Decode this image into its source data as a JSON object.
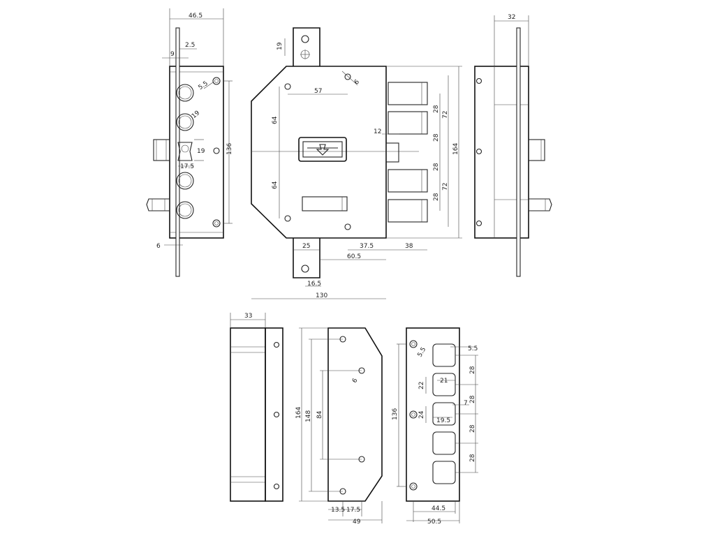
{
  "drawing": {
    "top_left_view": {
      "dims": {
        "width_top": "46.5",
        "pin_offset": "2.5",
        "pin_width": "9",
        "screw": "5.5",
        "cylinder_dia": "19",
        "cyl_hole_height": "19",
        "cyl_hole_width": "17.5",
        "pin_spacing": "136",
        "bottom_offset": "6"
      }
    },
    "front_view": {
      "dims": {
        "top_ear": "19",
        "hole_dist": "57",
        "hole_dia": "6",
        "upper_spacing": "64",
        "lower_spacing": "64",
        "bolt_offset": "12",
        "bolt_spacing_1": "28",
        "bolt_spacing_2": "28",
        "bolt_spacing_3": "28",
        "bolt_spacing_4": "28",
        "bolt_group_upper": "72",
        "bolt_group_lower": "72",
        "total_height": "164",
        "ear_width": "25",
        "dist_375": "37.5",
        "bolt_throw": "38",
        "dist_605": "60.5",
        "ear_hole": "16.5",
        "total_width": "130"
      }
    },
    "top_right_view": {
      "dims": {
        "width": "32"
      }
    },
    "bottom_left_view": {
      "dims": {
        "width": "33"
      }
    },
    "bottom_middle_view": {
      "dims": {
        "hole_dia": "6",
        "h_164": "164",
        "h_148": "148",
        "h_84": "84",
        "b_135": "13.5",
        "b_175": "17.5",
        "b_49": "49"
      }
    },
    "bottom_right_view": {
      "dims": {
        "screw": "5.5",
        "top_offset": "5.5",
        "h_136": "136",
        "slot_w": "21",
        "slot_h": "22",
        "gap_7": "7",
        "slot_h2": "24",
        "slot_w2": "19.5",
        "spacing_1": "28",
        "spacing_2": "28",
        "spacing_3": "28",
        "spacing_4": "28",
        "w_445": "44.5",
        "w_505": "50.5"
      }
    }
  }
}
